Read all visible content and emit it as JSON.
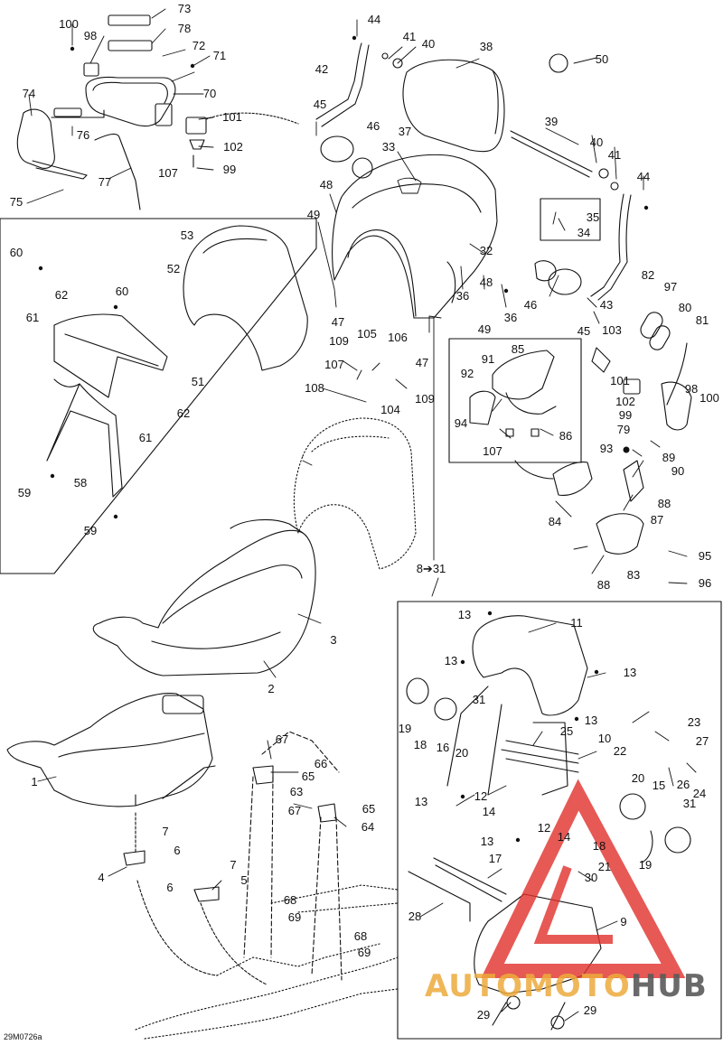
{
  "diagram_code": "29M0726a",
  "watermark": {
    "part1": "AUTOMOTO",
    "part2": "HUB"
  },
  "callouts": {
    "c1": "1",
    "c2": "2",
    "c3": "3",
    "c4": "4",
    "c5": "5",
    "c6a": "6",
    "c6b": "6",
    "c7a": "7",
    "c7b": "7",
    "c8_31": "8➔31",
    "c9": "9",
    "c10": "10",
    "c11": "11",
    "c12a": "12",
    "c12b": "12",
    "c13a": "13",
    "c13b": "13",
    "c13c": "13",
    "c13d": "13",
    "c13e": "13",
    "c13f": "13",
    "c14a": "14",
    "c14b": "14",
    "c15": "15",
    "c16": "16",
    "c17": "17",
    "c18a": "18",
    "c18b": "18",
    "c19a": "19",
    "c19b": "19",
    "c20a": "20",
    "c20b": "20",
    "c21": "21",
    "c22": "22",
    "c23": "23",
    "c24": "24",
    "c25": "25",
    "c26": "26",
    "c27": "27",
    "c28": "28",
    "c29a": "29",
    "c29b": "29",
    "c30": "30",
    "c31a": "31",
    "c31b": "31",
    "c32": "32",
    "c33": "33",
    "c34": "34",
    "c35": "35",
    "c36a": "36",
    "c36b": "36",
    "c37": "37",
    "c38": "38",
    "c39": "39",
    "c40a": "40",
    "c40b": "40",
    "c41a": "41",
    "c41b": "41",
    "c42": "42",
    "c43": "43",
    "c44a": "44",
    "c44b": "44",
    "c45a": "45",
    "c45b": "45",
    "c46a": "46",
    "c46b": "46",
    "c47a": "47",
    "c47b": "47",
    "c48a": "48",
    "c48b": "48",
    "c49a": "49",
    "c49b": "49",
    "c50": "50",
    "c51": "51",
    "c52": "52",
    "c53": "53",
    "c58": "58",
    "c59a": "59",
    "c59b": "59",
    "c60a": "60",
    "c60b": "60",
    "c61a": "61",
    "c61b": "61",
    "c62a": "62",
    "c62b": "62",
    "c63": "63",
    "c64": "64",
    "c65a": "65",
    "c65b": "65",
    "c66": "66",
    "c67a": "67",
    "c67b": "67",
    "c68a": "68",
    "c68b": "68",
    "c69a": "69",
    "c69b": "69",
    "c70": "70",
    "c71": "71",
    "c72": "72",
    "c73": "73",
    "c74": "74",
    "c75": "75",
    "c76": "76",
    "c77": "77",
    "c78": "78",
    "c79": "79",
    "c80": "80",
    "c81": "81",
    "c82": "82",
    "c83": "83",
    "c84": "84",
    "c85": "85",
    "c86": "86",
    "c87": "87",
    "c88a": "88",
    "c88b": "88",
    "c89": "89",
    "c90": "90",
    "c91": "91",
    "c92": "92",
    "c93": "93",
    "c94": "94",
    "c95": "95",
    "c96": "96",
    "c97": "97",
    "c98a": "98",
    "c98b": "98",
    "c99a": "99",
    "c99b": "99",
    "c100a": "100",
    "c100b": "100",
    "c101a": "101",
    "c101b": "101",
    "c102a": "102",
    "c102b": "102",
    "c103": "103",
    "c104": "104",
    "c105": "105",
    "c106": "106",
    "c107a": "107",
    "c107b": "107",
    "c107c": "107",
    "c108": "108",
    "c109a": "109",
    "c109b": "109"
  },
  "colors": {
    "line": "#111111",
    "watermark_red": "#e0302a",
    "watermark_orange": "#ecaa3c",
    "watermark_grey": "#5a5a5a"
  }
}
